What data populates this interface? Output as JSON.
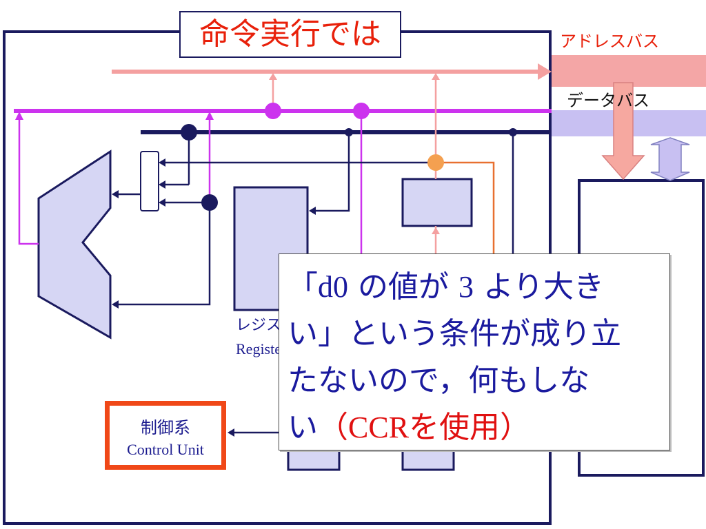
{
  "title": "命令実行では",
  "buses": {
    "address_label": "アドレスバス",
    "data_label": "データバス"
  },
  "register": {
    "label_jp": "レジスタ",
    "label_en": "Registers"
  },
  "control_unit": {
    "label_jp": "制御系",
    "label_en": "Control Unit"
  },
  "callout": {
    "line1_open": "「",
    "line1_d0": "d0",
    "line1_mid": " の値が ",
    "line1_num": "3",
    "line1_end": " より大き",
    "line2": "い」という条件が成り立",
    "line3": "たないので，何もしな",
    "line4_start": "い",
    "line4_ccr": "（CCR",
    "line4_end": "を使用）"
  },
  "colors": {
    "address_bus": "#f4a0a0",
    "data_bus": "#cc33ee",
    "internal_bus": "#1a1a5e",
    "component_fill": "#d6d6f4",
    "control_border": "#f04818",
    "title_text": "#e8200a"
  }
}
